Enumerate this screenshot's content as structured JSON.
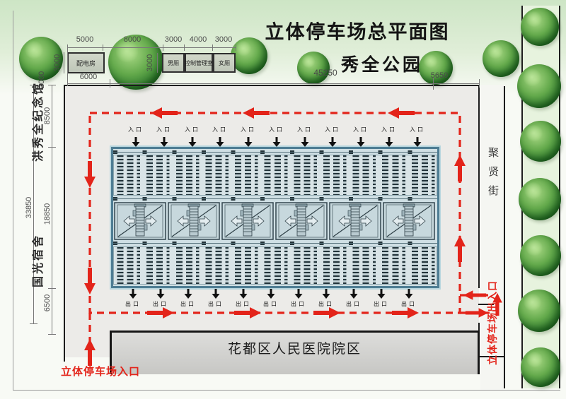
{
  "title": {
    "line1": "立体停车场总平面图",
    "line2": "秀全公园"
  },
  "dims": {
    "top_row": [
      "5000",
      "8000",
      "3000",
      "4000",
      "3000"
    ],
    "second_row": [
      "6000",
      "45250",
      "5650"
    ],
    "left_outer": "33850",
    "left_inner": [
      "8500",
      "18850",
      "6500"
    ],
    "gap_2000": "2000",
    "power_room_height": "3000",
    "toilet_height": "3000"
  },
  "buildings": {
    "power_room": "配电房",
    "male_toilet": "男厕",
    "control_room": "控制管理室",
    "female_toilet": "女厕"
  },
  "landmarks": {
    "memorial": "洪秀全纪念馆",
    "dormitory": "国光宿舍",
    "street": "聚贤街",
    "hospital": "花都区人民医院院区"
  },
  "circulation": {
    "entrance": "立体停车场入口",
    "exit_entrance": "立体停车场出入口"
  },
  "structure": {
    "entrance_labels": [
      "入口",
      "入口",
      "入口",
      "入口",
      "入口",
      "入口",
      "入口",
      "入口",
      "入口",
      "入口",
      "入口"
    ],
    "exit_labels": [
      "出口",
      "出口",
      "出口",
      "出口",
      "出口",
      "出口",
      "出口",
      "出口",
      "出口",
      "出口",
      "出口"
    ]
  },
  "colors": {
    "route_red": "#e3241a",
    "structure_blue": "#4e7d93",
    "boundary_black": "#1c1c1c"
  }
}
